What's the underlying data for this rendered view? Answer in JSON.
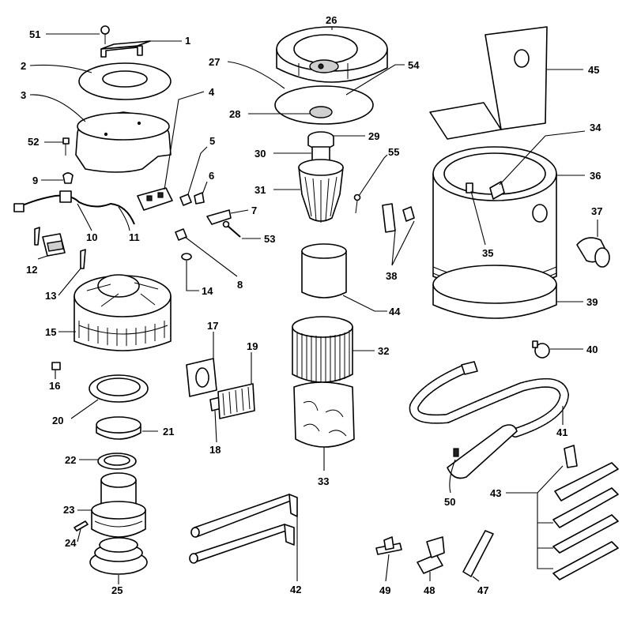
{
  "diagram": {
    "labels": {
      "p1": "1",
      "p2": "2",
      "p3": "3",
      "p4": "4",
      "p5": "5",
      "p6": "6",
      "p7": "7",
      "p8": "8",
      "p9": "9",
      "p10": "10",
      "p11": "11",
      "p12": "12",
      "p13": "13",
      "p14": "14",
      "p15": "15",
      "p16": "16",
      "p17": "17",
      "p18": "18",
      "p19": "19",
      "p20": "20",
      "p21": "21",
      "p22": "22",
      "p23": "23",
      "p24": "24",
      "p25": "25",
      "p26": "26",
      "p27": "27",
      "p28": "28",
      "p29": "29",
      "p30": "30",
      "p31": "31",
      "p32": "32",
      "p33": "33",
      "p34": "34",
      "p35": "35",
      "p36": "36",
      "p37": "37",
      "p38": "38",
      "p39": "39",
      "p40": "40",
      "p41": "41",
      "p42": "42",
      "p43": "43",
      "p44": "44",
      "p45": "45",
      "p47": "47",
      "p48": "48",
      "p49": "49",
      "p50": "50",
      "p51": "51",
      "p52": "52",
      "p53": "53",
      "p54": "54",
      "p55": "55"
    }
  }
}
